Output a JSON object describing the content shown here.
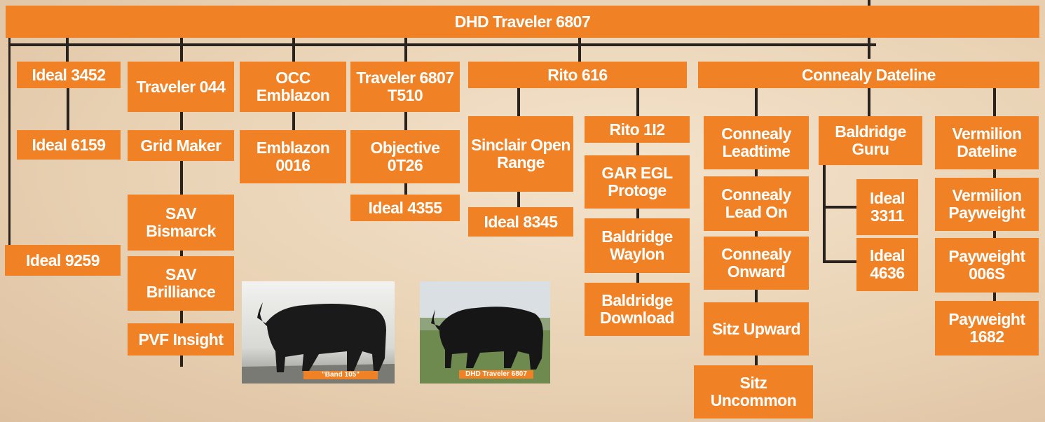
{
  "title": "DHD Traveler 6807",
  "columns": {
    "ideal": [
      "Ideal 3452",
      "Ideal 6159",
      "Ideal 9259"
    ],
    "traveler044": [
      "Traveler 044",
      "Grid Maker",
      "SAV Bismarck",
      "SAV Brilliance",
      "PVF Insight"
    ],
    "occ": [
      "OCC Emblazon",
      "Emblazon 0016"
    ],
    "traveler_t510": [
      "Traveler 6807 T510",
      "Objective 0T26",
      "Ideal 4355"
    ],
    "rito": {
      "head": "Rito 616",
      "left": [
        "Sinclair Open Range",
        "Ideal 8345"
      ],
      "right": [
        "Rito 1I2",
        "GAR EGL Protoge",
        "Baldridge Waylon",
        "Baldridge Download"
      ]
    },
    "connealy": {
      "head": "Connealy Dateline",
      "col1": [
        "Connealy Leadtime",
        "Connealy Lead On",
        "Connealy Onward",
        "Sitz Upward",
        "Sitz Uncommon"
      ],
      "col2": [
        "Baldridge Guru",
        "Ideal 3311",
        "Ideal 4636"
      ],
      "col3": [
        "Vermilion Dateline",
        "Vermilion Payweight",
        "Payweight 006S",
        "Payweight 1682"
      ]
    }
  },
  "photos": {
    "left_caption": "\"Band 105\"",
    "right_caption": "DHD Traveler 6807"
  },
  "colors": {
    "box": "#f08125",
    "line": "#2a221c",
    "text": "#ffffff"
  }
}
